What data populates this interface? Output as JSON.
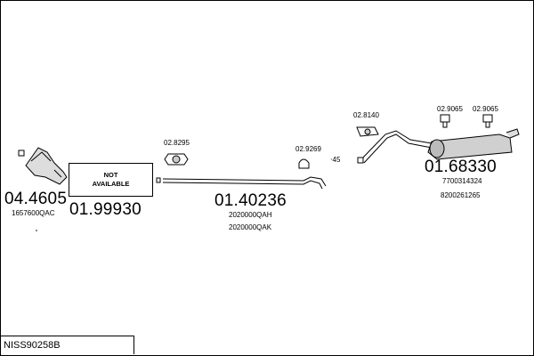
{
  "diagram_id": "NISS90258B",
  "not_available": [
    "NOT",
    "AVAILABLE"
  ],
  "parts": {
    "catalyst": {
      "number": "04.4605",
      "oem": "1657600QAC"
    },
    "not_available_part": {
      "number": "01.99930"
    },
    "middle_pipe": {
      "number": "01.40236",
      "oem_1": "2020000QAH",
      "oem_2": "2020000QAK"
    },
    "rear_silencer": {
      "number": "01.68330",
      "oem_1": "7700314324",
      "oem_2": "8200261265"
    }
  },
  "fittings": {
    "gasket_front": "02.8295",
    "clamp": "02.9269",
    "angle": "⋅45",
    "hanger_mid": "02.8140",
    "hanger_rear_1": "02.9065",
    "hanger_rear_2": "02.9065"
  },
  "colors": {
    "line": "#000000",
    "background": "#ffffff",
    "part_fill": "#d0d0d0"
  }
}
